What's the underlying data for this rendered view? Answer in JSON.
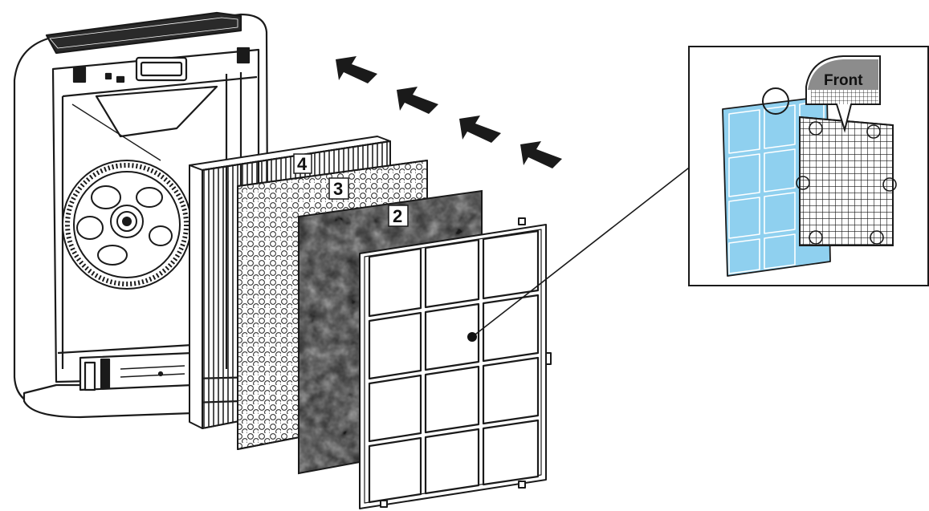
{
  "labels": {
    "hepa_filter": "4",
    "honeycomb_filter": "3",
    "carbon_filter": "2",
    "front": "Front"
  },
  "colors": {
    "line": "#1a1a1a",
    "prefilter_blue": "#8fd0ef",
    "carbon": "#2e2e2e",
    "callout_tag": "#8c8c8c"
  },
  "icons": [
    "airflow-arrow-icon",
    "fan-icon",
    "leader-dot-icon"
  ]
}
